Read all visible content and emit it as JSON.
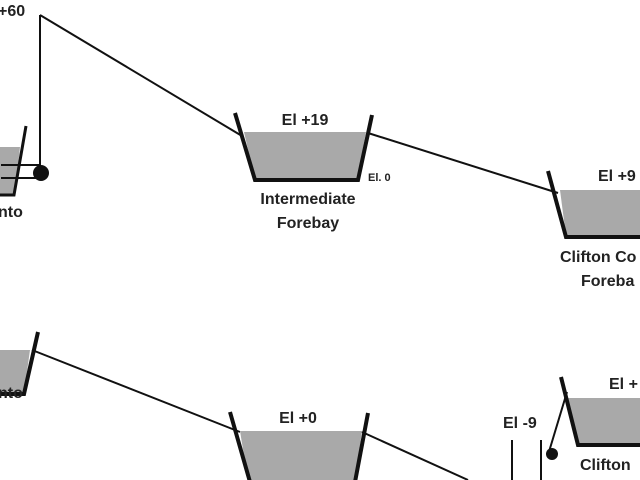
{
  "diagram": {
    "colors": {
      "line": "#111111",
      "water": "#a9a9a9",
      "text": "#222222"
    },
    "top_row": {
      "left_elevation": "+60",
      "left_name": "nto",
      "intermediate": {
        "elevation": "El +19",
        "datum": "El. 0",
        "name_line1": "Intermediate",
        "name_line2": "Forebay"
      },
      "clifton": {
        "elevation": "El +9",
        "name_line1": "Clifton Co",
        "name_line2": "Foreba"
      }
    },
    "bottom_row": {
      "left_name": "nto",
      "middle": {
        "elevation": "El +0"
      },
      "right_small": {
        "elevation": "El -9"
      },
      "clifton": {
        "elevation": "El +",
        "name_line1": "Clifton"
      }
    }
  }
}
